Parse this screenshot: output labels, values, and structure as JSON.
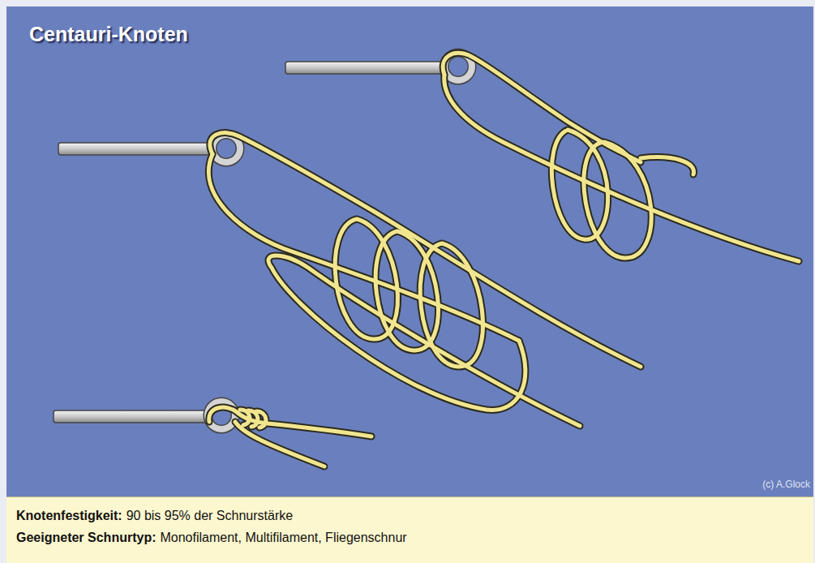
{
  "diagram": {
    "title": "Centauri-Knoten",
    "nodes": [
      {
        "text": [
          "Knotenfestigkeit:",
          "90 bis 95% der Schnurstärke",
          "Geeigneter Schnurtyp:",
          "Monofilament, Multifilament, Fliegenschnur"
        ]
      }
    ],
    "labels": [
      "(c) A.Glock"
    ]
  }
}
